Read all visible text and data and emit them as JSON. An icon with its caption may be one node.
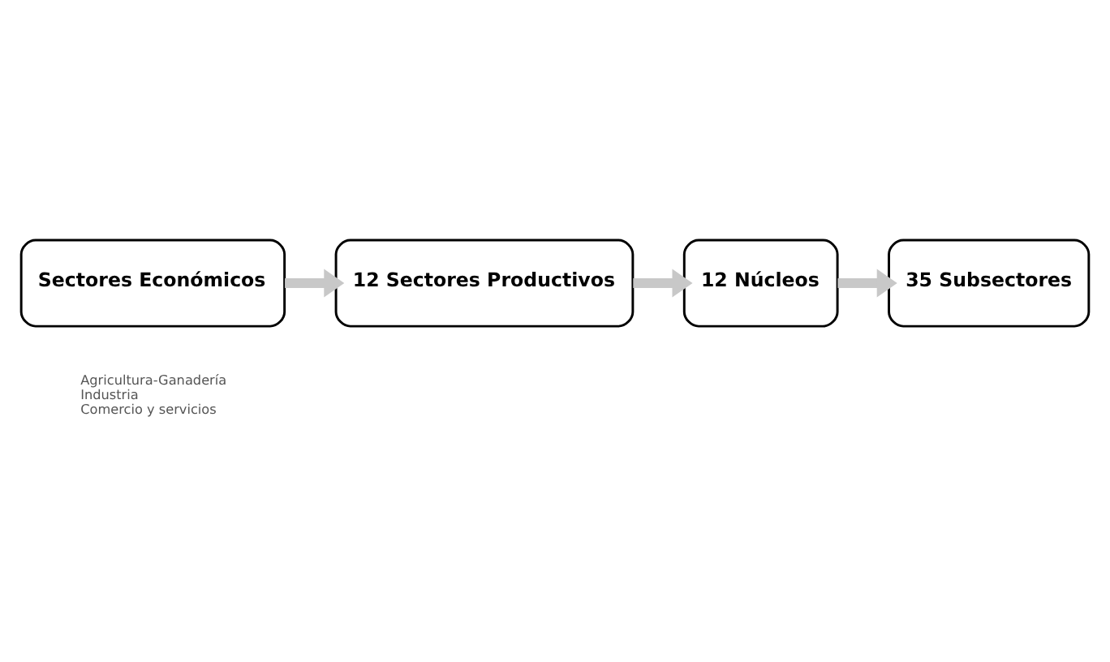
{
  "diagram": {
    "nodes": [
      {
        "text": [
          "Sectores Económicos"
        ],
        "beside": [
          "Agricultura-Ganadería",
          "Industria",
          "Comercio y servicios"
        ]
      },
      {
        "text": [
          "12 Sectores Productivos"
        ]
      },
      {
        "text": [
          "12 Núcleos"
        ]
      },
      {
        "text": [
          "35 Subsectores"
        ]
      }
    ],
    "edges": [
      {
        "from": 0,
        "to": 1,
        "arrow": "to"
      },
      {
        "from": 1,
        "to": 2,
        "arrow": "to"
      },
      {
        "from": 2,
        "to": 3,
        "arrow": "to"
      }
    ]
  }
}
